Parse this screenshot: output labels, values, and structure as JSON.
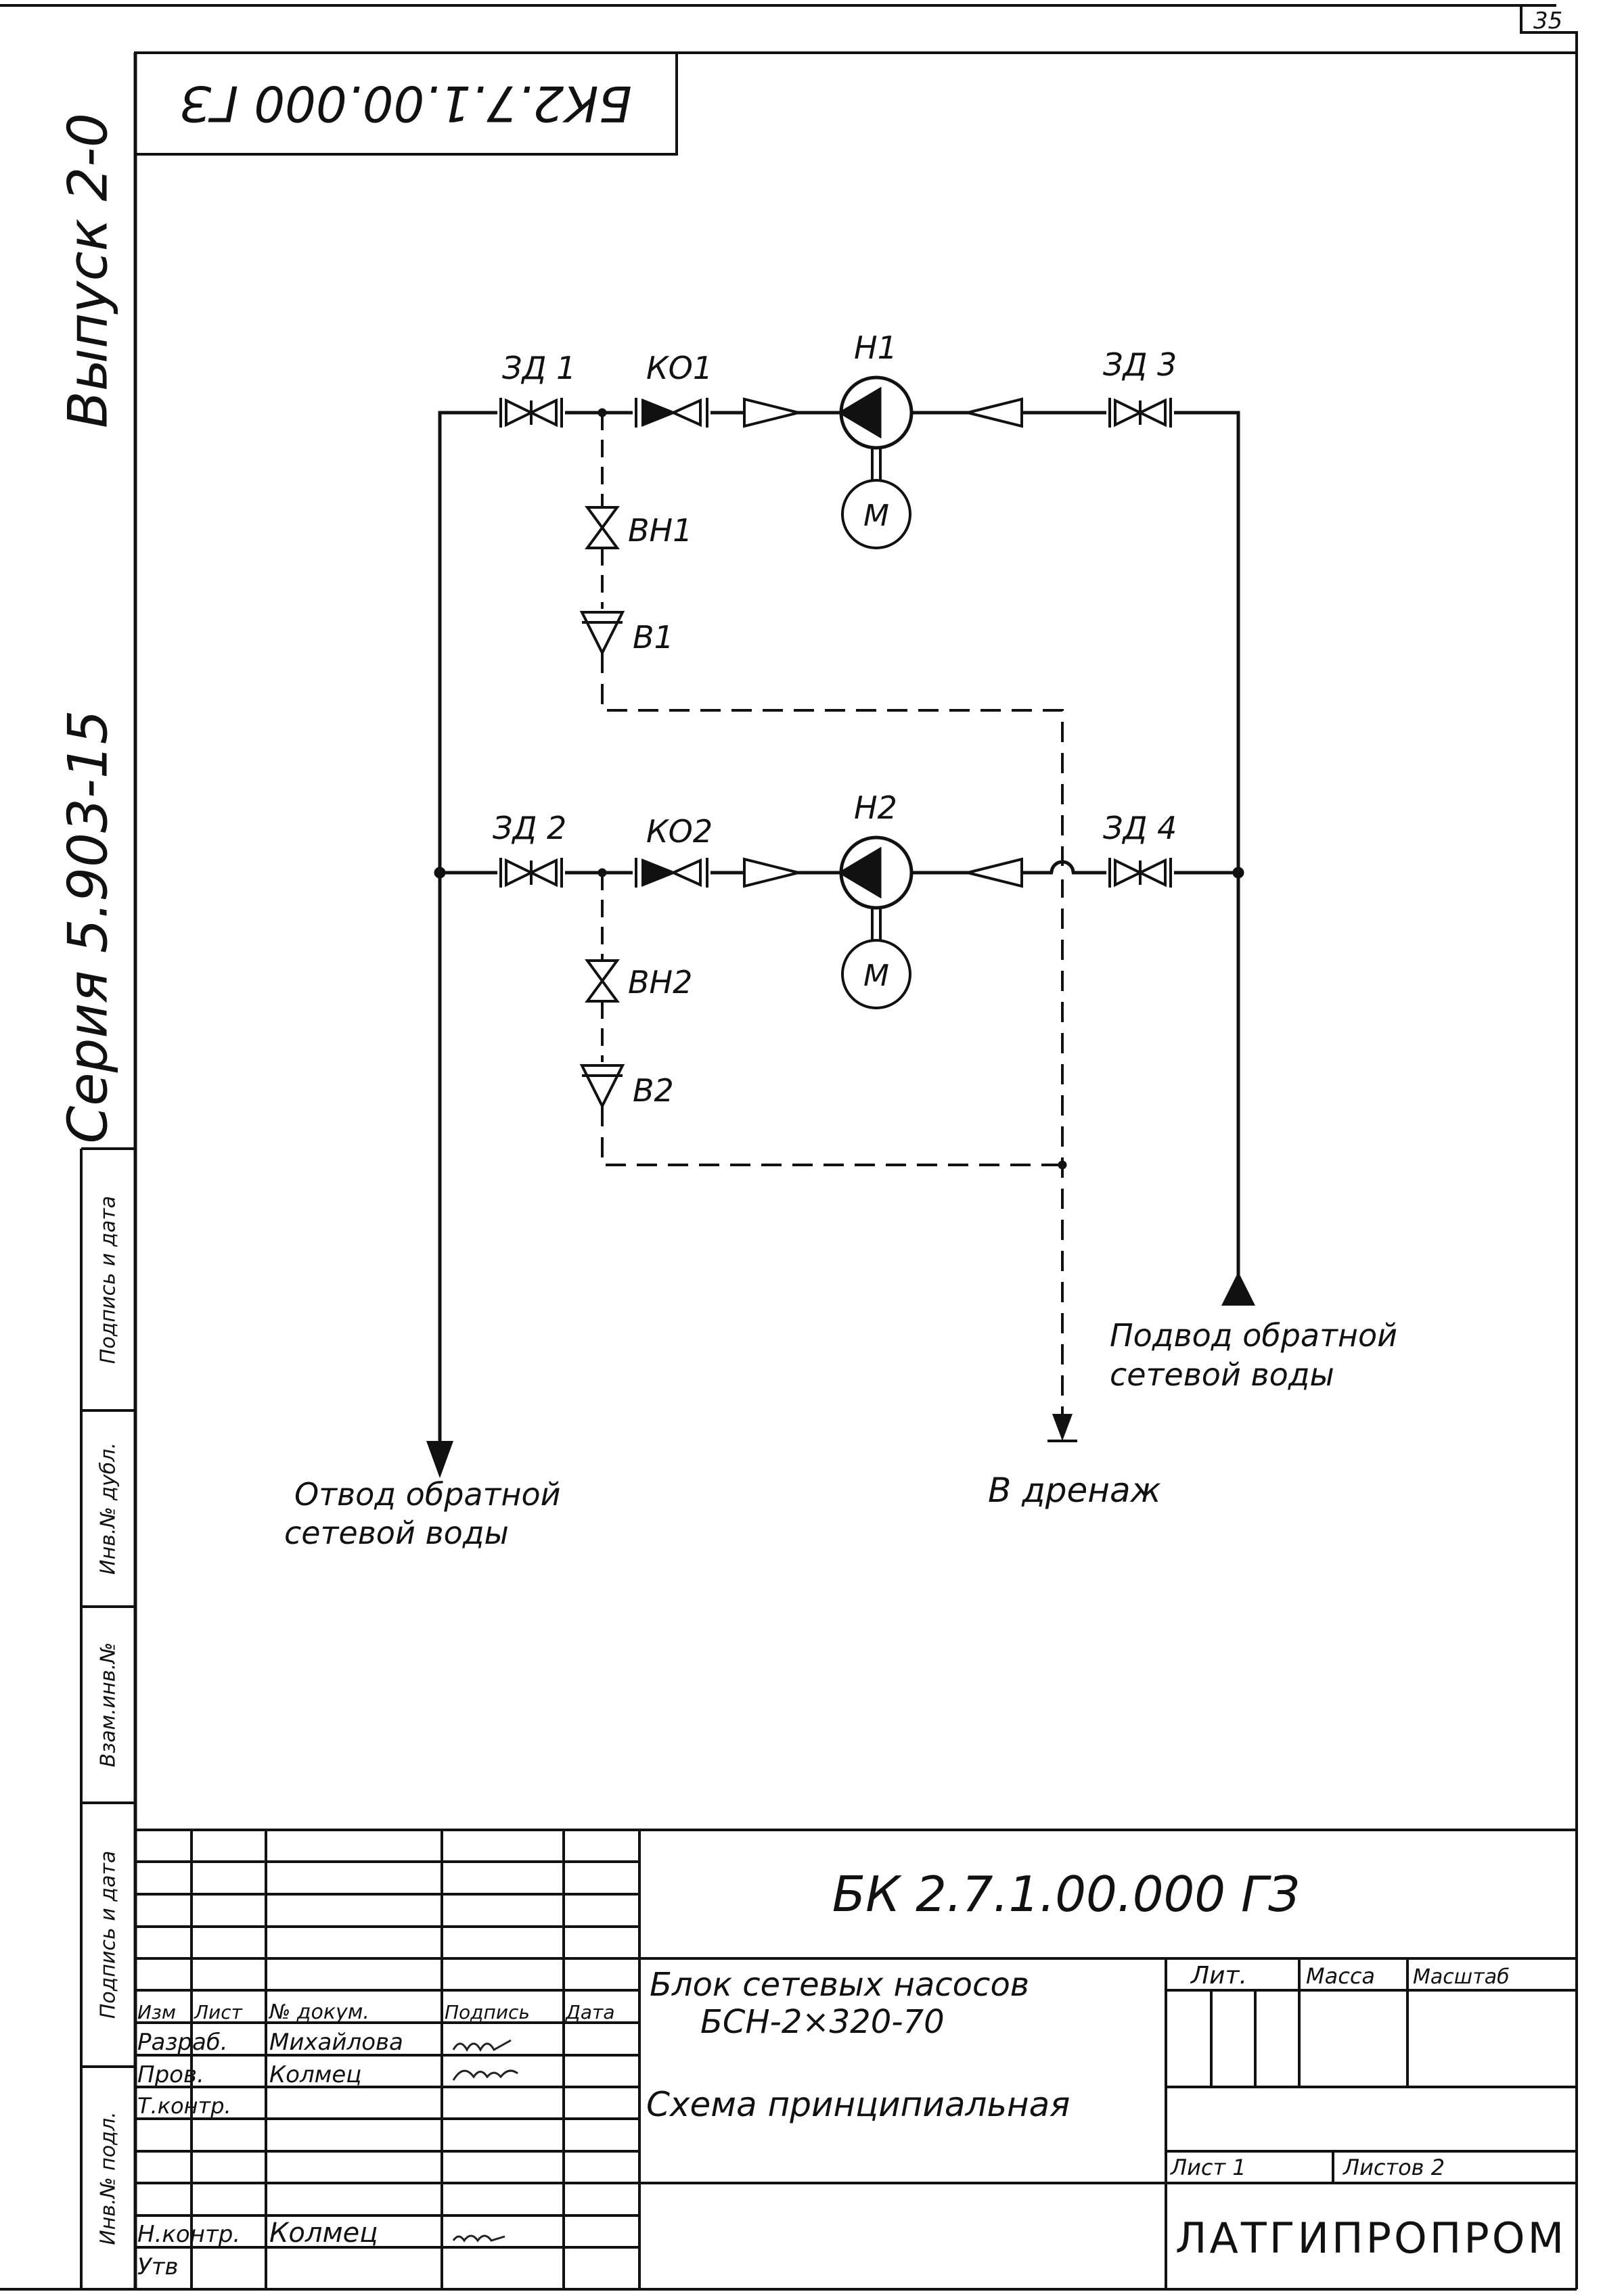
{
  "sheet_number": "35",
  "stamp": "БК2.7.1.00.000 ГЗ",
  "side": {
    "vypusk": "Выпуск 2-0",
    "seriya": "Серия 5.903-15",
    "strip": [
      "Инв.№ подл.",
      "Подпись и дата",
      "Взам.инв.№",
      "Инв.№ дубл.",
      "Подпись и дата"
    ]
  },
  "schematic": {
    "zd1": "ЗД 1",
    "ko1": "КО1",
    "h1": "Н1",
    "zd3": "ЗД 3",
    "vh1": "ВН1",
    "b1": "В1",
    "zd2": "ЗД 2",
    "ko2": "КО2",
    "h2": "Н2",
    "zd4": "ЗД 4",
    "vh2": "ВН2",
    "b2": "В2",
    "motor": "М",
    "supply_1": "Подвод обратной",
    "supply_2": "сетевой воды",
    "outlet_1": "Отвод обратной",
    "outlet_2": "сетевой воды",
    "drain": "В дренаж"
  },
  "title_block": {
    "code": "БК 2.7.1.00.000 ГЗ",
    "name_1": "Блок сетевых насосов",
    "name_2": "БСН-2×320-70",
    "doc_type": "Схема принципиальная",
    "hdr_izm": "Изм",
    "hdr_list": "Лист",
    "hdr_doc": "№ докум.",
    "hdr_sign": "Подпись",
    "hdr_date": "Дата",
    "razrab": "Разраб.",
    "razrab_name": "Михайлова",
    "prov": "Пров.",
    "prov_name": "Колмец",
    "tkontr": "Т.контр.",
    "nkontr": "Н.контр.",
    "nkontr_name": "Колмец",
    "utv": "Утв",
    "lit": "Лит.",
    "massa": "Масса",
    "masshtab": "Масштаб",
    "list": "Лист 1",
    "listov": "Листов 2",
    "org": "ЛАТГИПРОПРОМ"
  }
}
